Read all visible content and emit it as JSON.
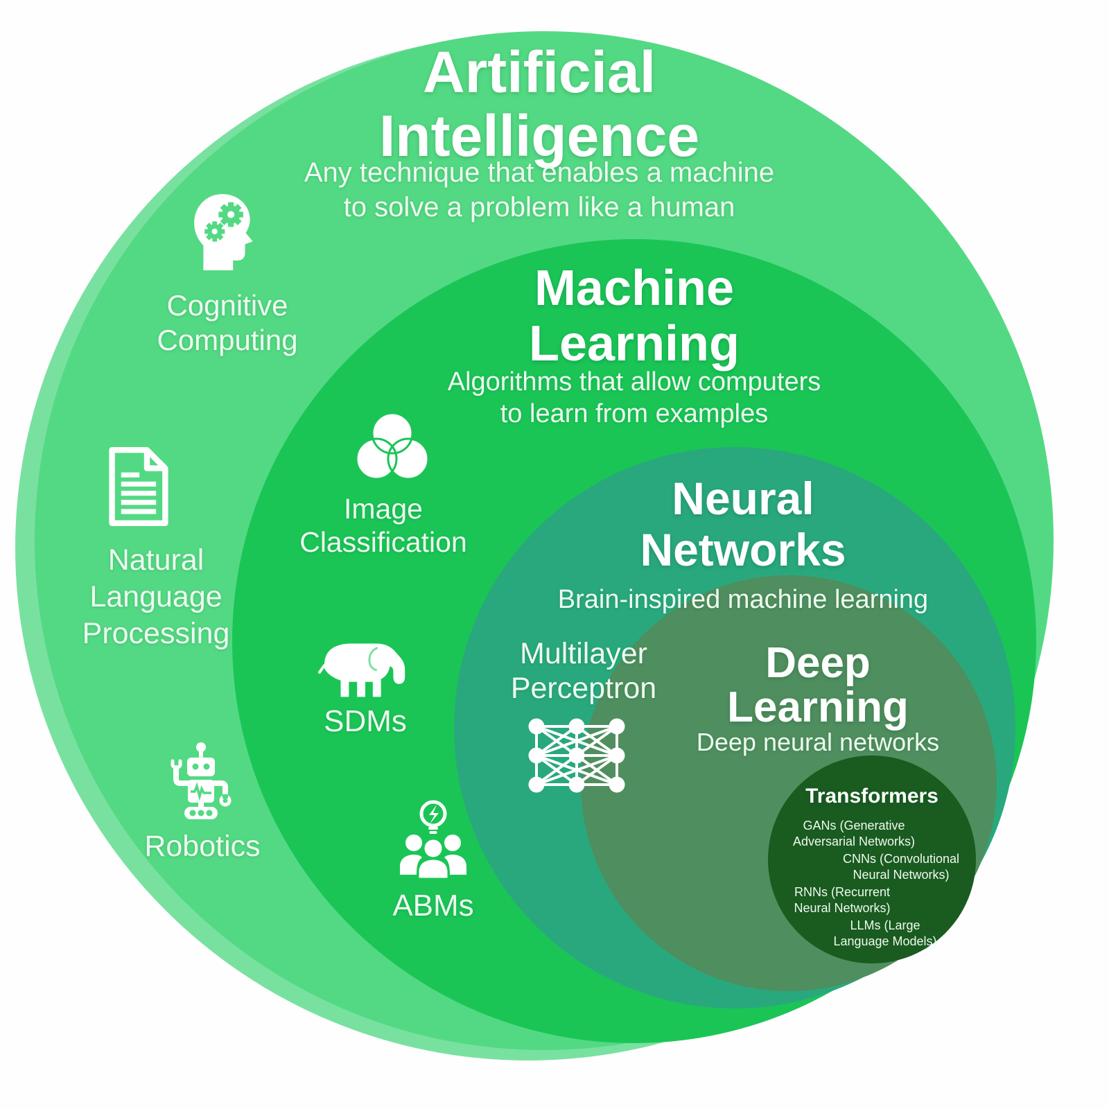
{
  "colors": {
    "bg": "#fdfefd",
    "ai": "#53d983",
    "ai_rim": "#79e1a0",
    "ml": "#1ac556",
    "nn": "#29a87d",
    "dl": "#4f8e5e",
    "tr": "#1a5b20",
    "title": "#ffffff",
    "subtitle": "#eefaf0"
  },
  "circles": {
    "ai": {
      "title1": "Artificial",
      "title2": "Intelligence",
      "sub1": "Any technique that enables a machine",
      "sub2": "to solve a problem like a human"
    },
    "ml": {
      "title1": "Machine",
      "title2": "Learning",
      "sub1": "Algorithms that allow computers",
      "sub2": "to learn from examples"
    },
    "nn": {
      "title1": "Neural",
      "title2": "Networks",
      "sub1": "Brain-inspired machine learning"
    },
    "dl": {
      "title1": "Deep",
      "title2": "Learning",
      "sub1": "Deep neural networks"
    },
    "tr": {
      "title": "Transformers",
      "items": [
        {
          "l1": "GANs (Generative",
          "l2": "Adversarial Networks)"
        },
        {
          "l1": "CNNs (Convolutional",
          "l2": "Neural Networks)"
        },
        {
          "l1": "RNNs (Recurrent",
          "l2": "Neural Networks)"
        },
        {
          "l1": "LLMs (Large",
          "l2": "Language Models)"
        }
      ]
    }
  },
  "satellites": {
    "cognitive_computing": {
      "line1": "Cognitive",
      "line2": "Computing",
      "icon": "head-gears-icon"
    },
    "nlp": {
      "line1": "Natural",
      "line2": "Language",
      "line3": "Processing",
      "icon": "document-icon"
    },
    "robotics": {
      "label": "Robotics",
      "icon": "robot-icon"
    },
    "image_classification": {
      "line1": "Image",
      "line2": "Classification",
      "icon": "venn-diagram-icon"
    },
    "sdms": {
      "label": "SDMs",
      "icon": "elephant-icon"
    },
    "abms": {
      "label": "ABMs",
      "icon": "people-lightbulb-icon"
    },
    "multilayer_perceptron": {
      "line1": "Multilayer",
      "line2": "Perceptron",
      "icon": "neural-network-icon"
    }
  }
}
